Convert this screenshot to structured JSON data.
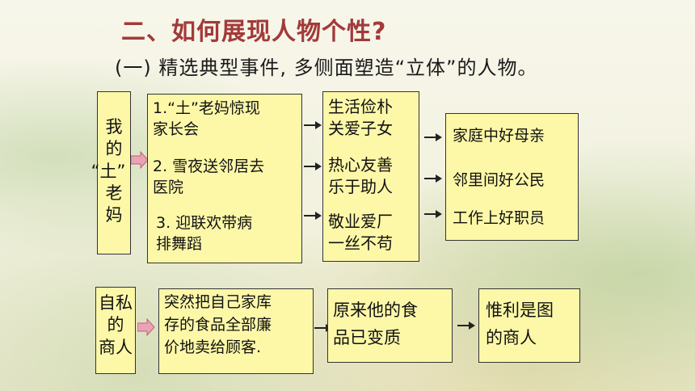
{
  "title": "二、如何展现人物个性?",
  "subtitle": "(一) 精选典型事件, 多侧面塑造“立体”的人物。",
  "row1": {
    "label_lines": [
      "我",
      "的",
      "“土”",
      "老",
      "妈"
    ],
    "events": [
      "1.“土”老妈惊现",
      "家长会",
      "2. 雪夜送邻居去",
      "医院",
      "3. 迎联欢带病",
      "排舞蹈"
    ],
    "traits": [
      "生活俭朴",
      "关爱子女",
      "热心友善",
      "乐于助人",
      "敬业爱厂",
      "一丝不苟"
    ],
    "roles": [
      "家庭中好母亲",
      "邻里间好公民",
      "工作上好职员"
    ]
  },
  "row2": {
    "label_lines": [
      "自私",
      "的",
      "商人"
    ],
    "event_lines": [
      "突然把自己家库",
      "存的食品全部廉",
      "价地卖给顾客."
    ],
    "fact_lines": [
      "原来他的食",
      "品已变质"
    ],
    "conclusion_lines": [
      "惟利是图",
      "的商人"
    ]
  },
  "colors": {
    "box_fill": "#fdf8a8",
    "title": "#a23a3a",
    "arrow_pink": "#e8a3b4"
  }
}
